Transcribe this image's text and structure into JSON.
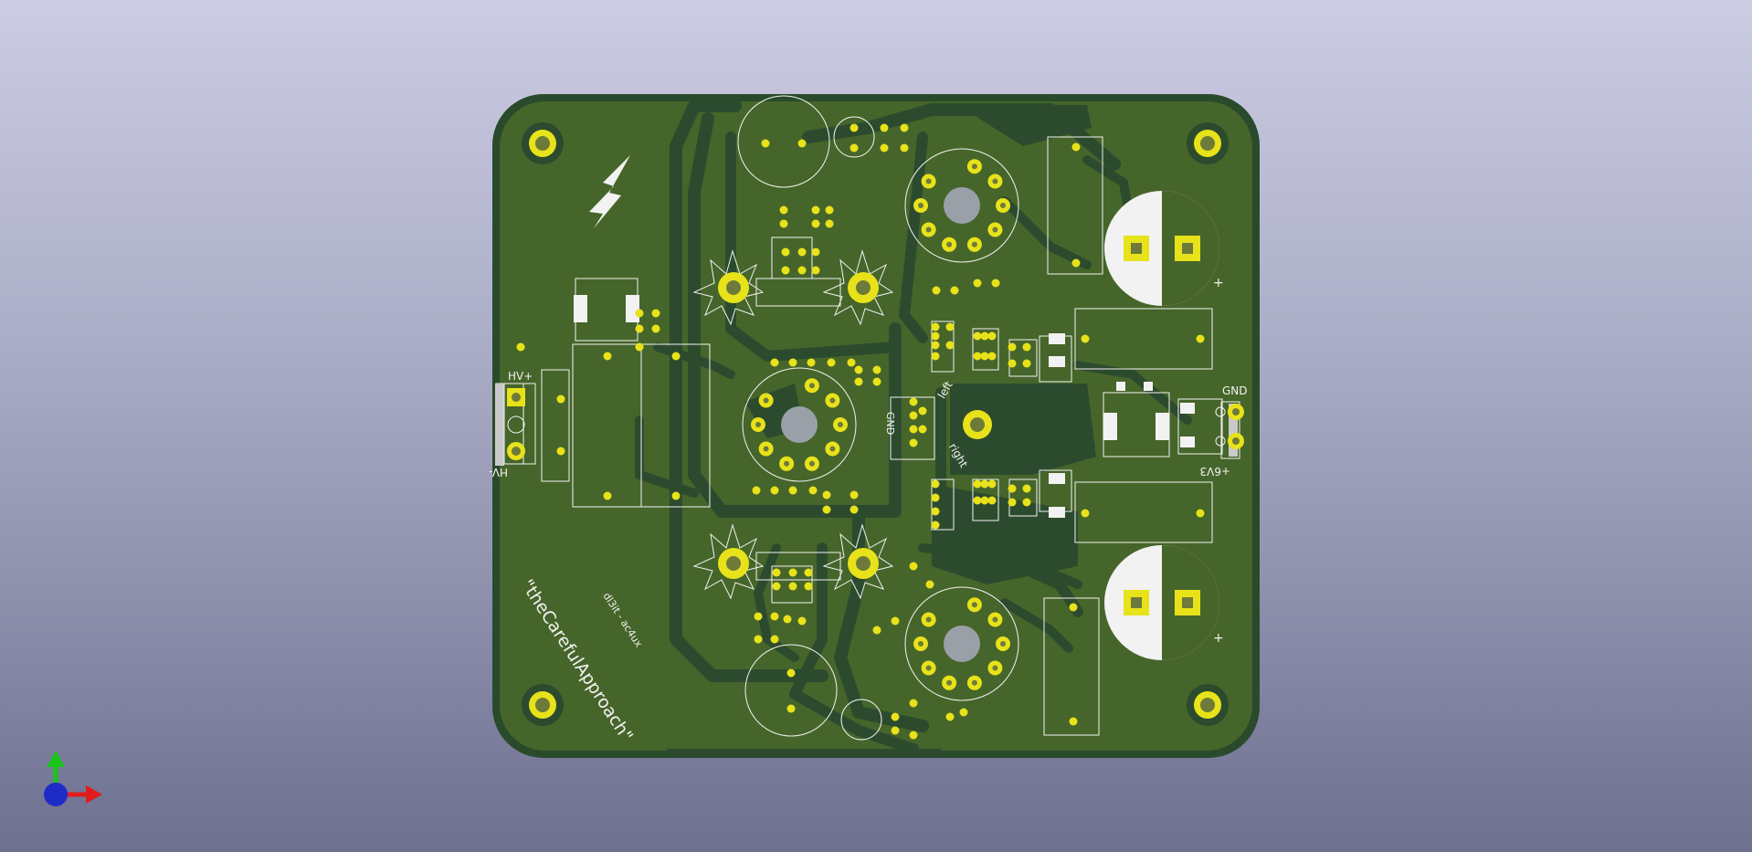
{
  "viewer": {
    "view_mode": "3D board view",
    "background_top": "#cccde3",
    "background_bottom": "#6e7090",
    "axis_gizmo_icon": "xyz-axis-gizmo-icon"
  },
  "board": {
    "colors": {
      "substrate_edge": "#2a4a2c",
      "soldermask": "#46652a",
      "copper_pour": "#2c4b2e",
      "pad_gold": "#e8e21a",
      "silk": "#f2f2f2"
    },
    "silkscreen": {
      "hv_plus": "HV+",
      "hv_minus": "HV-",
      "gnd_right": "GND",
      "plus_6v3": "+6V3",
      "gnd_center": "GND",
      "left": "left",
      "right": "right",
      "title": "\"theCarefulApproach\"",
      "author": "dl3it - ac4ux",
      "cap_plus_top": "+",
      "cap_plus_bottom": "+"
    },
    "logo_icon": "high-voltage-bolt-icon"
  }
}
